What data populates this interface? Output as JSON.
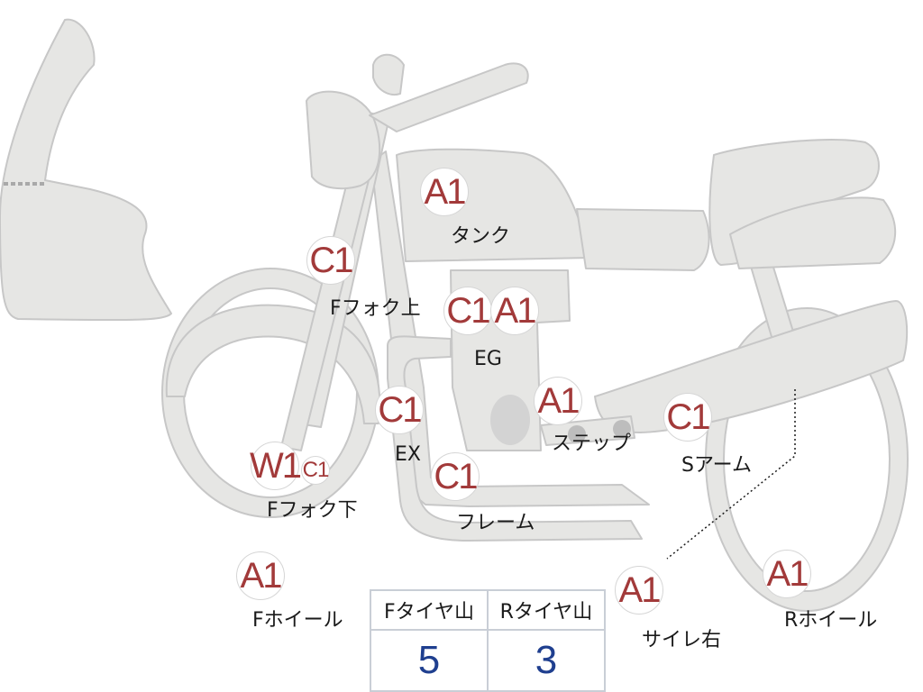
{
  "colors": {
    "body_fill": "#e6e6e4",
    "body_stroke": "#c7c7c7",
    "grade_text": "#a23a3a",
    "value_text": "#1f3f8f"
  },
  "markers": {
    "tank": "A1",
    "f_fork_upper": "C1",
    "engine_1": "C1",
    "engine_2": "A1",
    "exhaust": "C1",
    "step": "A1",
    "swingarm": "C1",
    "f_fork_lower_1": "W1",
    "f_fork_lower_2": "C1",
    "frame": "C1",
    "f_wheel": "A1",
    "muffler_right": "A1",
    "r_wheel": "A1"
  },
  "labels": {
    "tank": "タンク",
    "f_fork_upper": "Fフォク上",
    "engine": "EG",
    "exhaust": "EX",
    "step": "ステップ",
    "swingarm": "Sアーム",
    "f_fork_lower": "Fフォク下",
    "frame": "フレーム",
    "f_wheel": "Fホイール",
    "muffler_right": "サイレ右",
    "r_wheel": "Rホイール"
  },
  "tread_table": {
    "headers": [
      "Fタイヤ山",
      "Rタイヤ山"
    ],
    "values": [
      "5",
      "3"
    ]
  }
}
